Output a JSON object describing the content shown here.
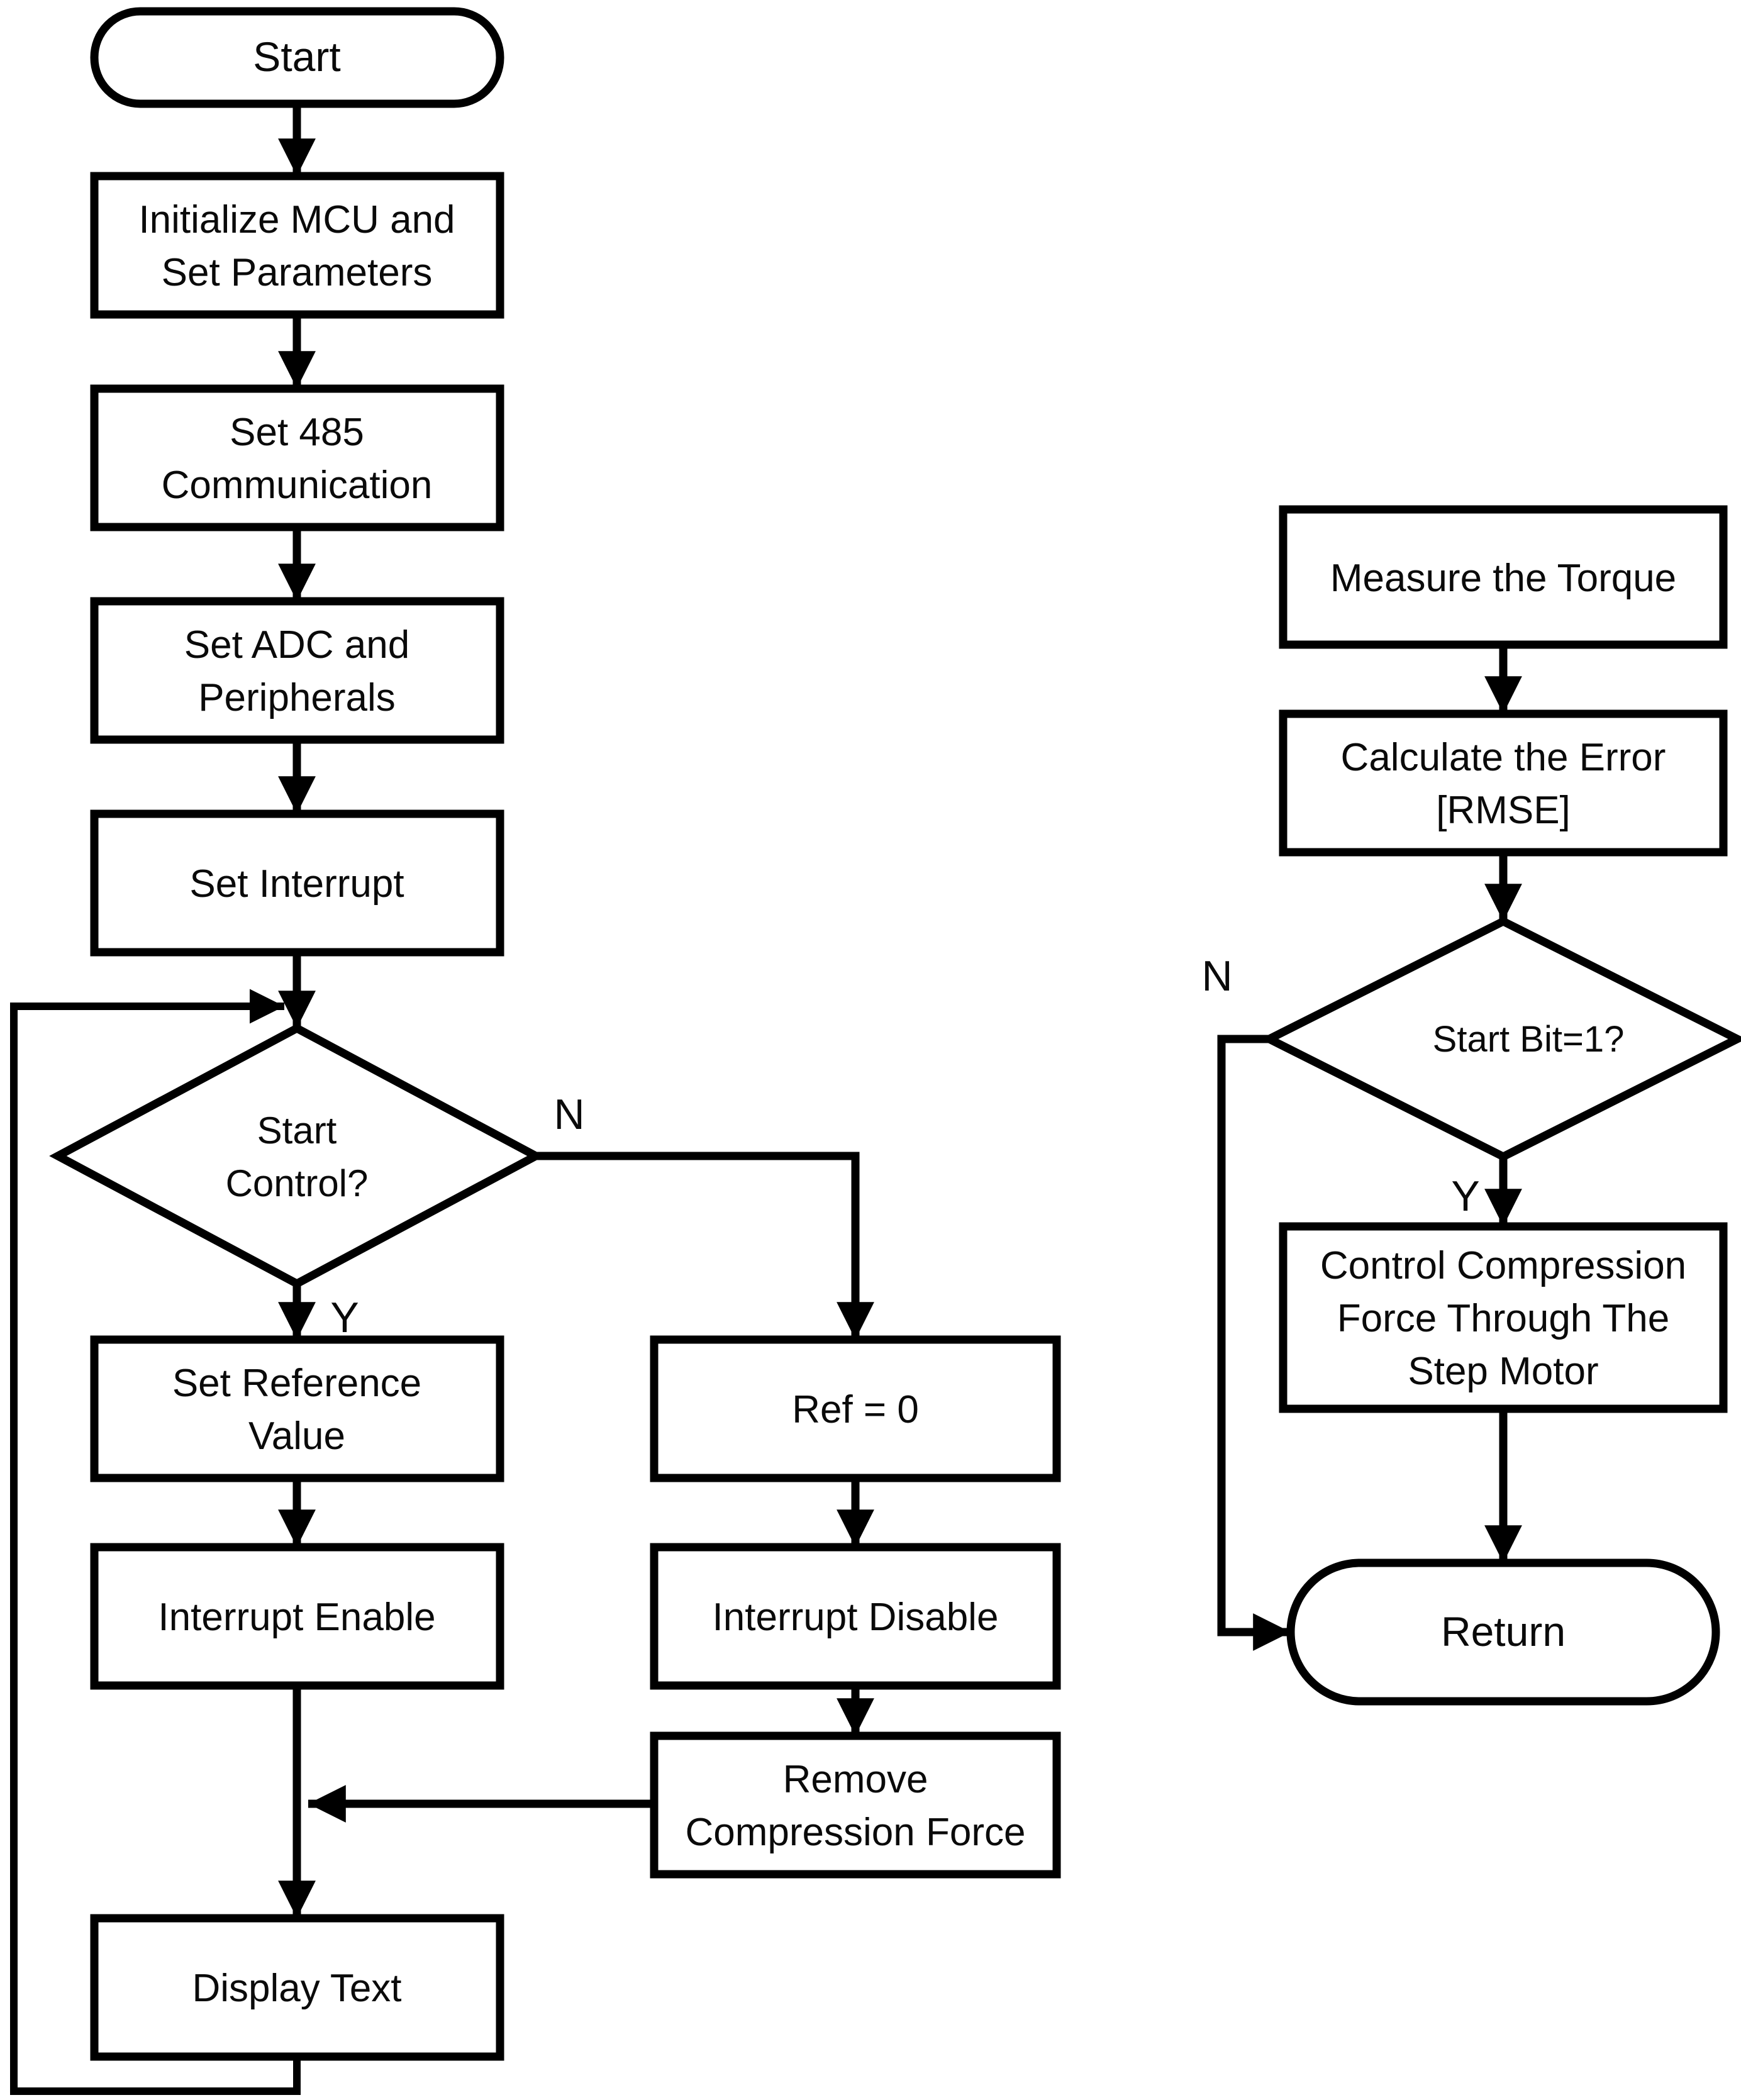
{
  "colors": {
    "background": "#ffffff",
    "stroke": "#000000",
    "text": "#0a0a0a"
  },
  "left_flow": {
    "start": {
      "label": "Start"
    },
    "init": {
      "lines": [
        "Initialize MCU and",
        "Set Parameters"
      ]
    },
    "comm": {
      "lines": [
        "Set 485",
        "Communication"
      ]
    },
    "adc": {
      "lines": [
        "Set ADC and",
        "Peripherals"
      ]
    },
    "interrupt": {
      "label": "Set Interrupt"
    },
    "decision": {
      "lines": [
        "Start",
        "Control?"
      ],
      "no": "N",
      "yes": "Y"
    },
    "set_ref": {
      "lines": [
        "Set Reference",
        "Value"
      ]
    },
    "int_enable": {
      "label": "Interrupt Enable"
    },
    "display": {
      "label": "Display Text"
    },
    "ref_zero": {
      "label": "Ref = 0"
    },
    "int_disable": {
      "label": "Interrupt Disable"
    },
    "remove_force": {
      "lines": [
        "Remove",
        "Compression Force"
      ]
    }
  },
  "right_flow": {
    "measure": {
      "label": "Measure the Torque"
    },
    "calc": {
      "lines": [
        "Calculate the Error",
        "[RMSE]"
      ]
    },
    "decision": {
      "label": "Start Bit=1?",
      "no": "N",
      "yes": "Y"
    },
    "control": {
      "lines": [
        "Control Compression",
        "Force Through The",
        "Step Motor"
      ]
    },
    "return": {
      "label": "Return"
    }
  }
}
